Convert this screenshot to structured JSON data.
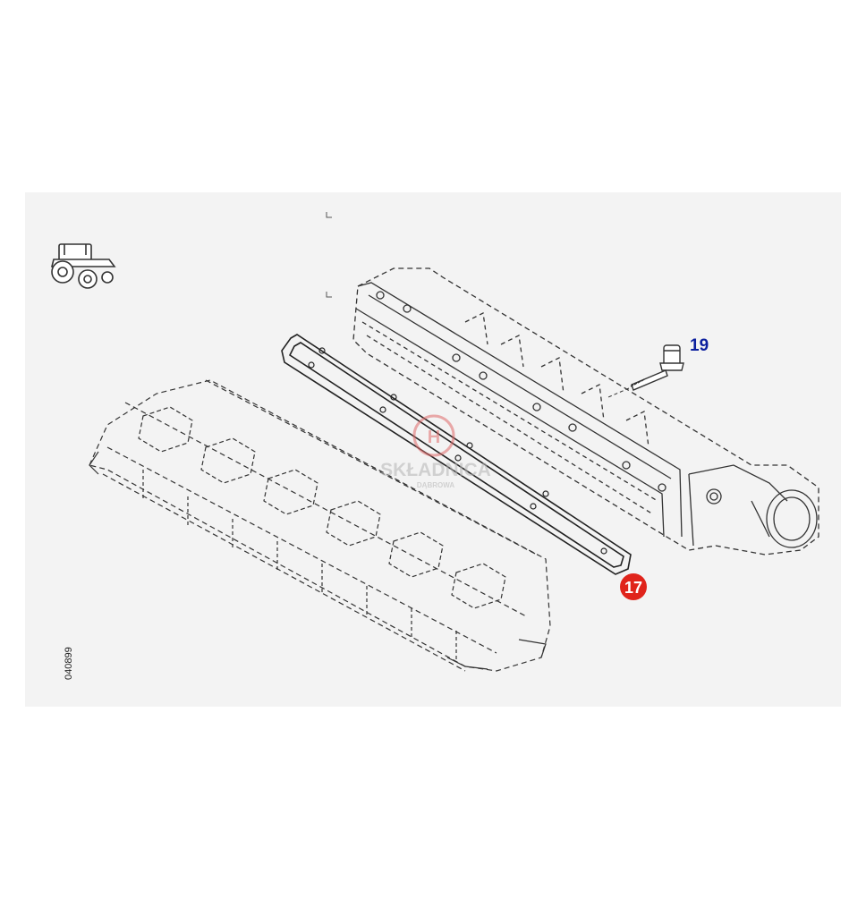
{
  "diagram": {
    "drawing_number": "040899",
    "callouts": [
      {
        "id": "callout-19",
        "label": "19",
        "highlighted": false,
        "color": "#0b1f9e"
      },
      {
        "id": "callout-17",
        "label": "17",
        "highlighted": true,
        "color": "#e0241b"
      }
    ],
    "watermark": {
      "brand": "SKŁADNICA",
      "sub": "DĄBROWA"
    },
    "colors": {
      "line": "#333333",
      "panel_background": "#f2f2f2",
      "callout_blue": "#0b1f9e",
      "callout_red": "#e0241b",
      "watermark": "#c8c8c8"
    },
    "icons": [
      "tractor-icon"
    ]
  }
}
